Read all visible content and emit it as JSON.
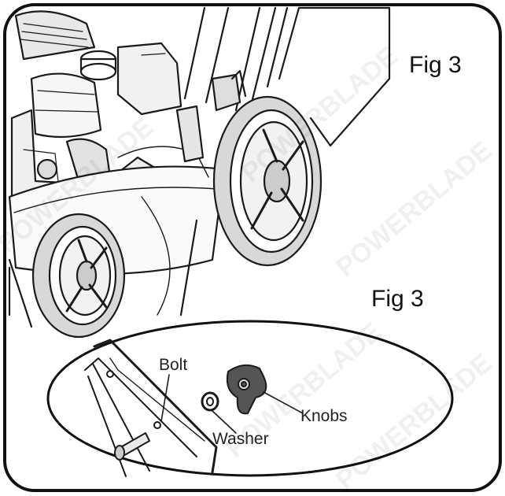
{
  "figure": {
    "title_top": "Fig 3",
    "title_detail": "Fig 3"
  },
  "callouts": {
    "bolt": "Bolt",
    "washer": "Washer",
    "knobs": "Knobs"
  },
  "watermark": "POWERBLADE"
}
